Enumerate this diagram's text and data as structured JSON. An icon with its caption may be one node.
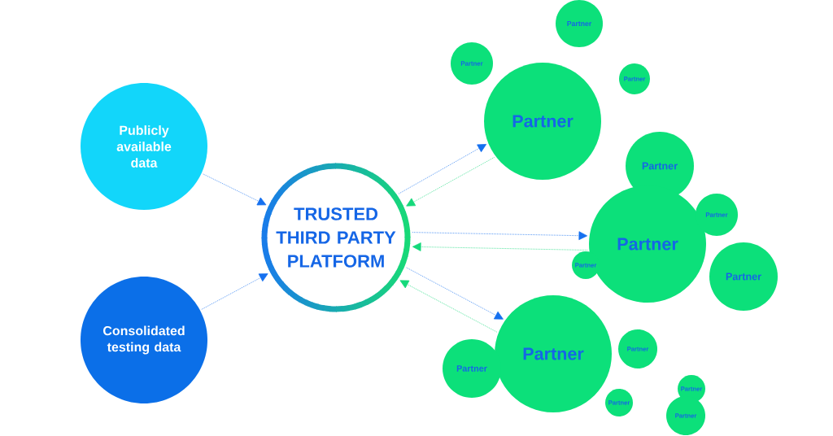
{
  "diagram": {
    "nodes": [
      {
        "text": [
          "Publicly available data"
        ]
      },
      {
        "text": [
          "Consolidated testing data"
        ]
      },
      {
        "text": [
          "TRUSTED THIRD PARTY PLATFORM"
        ]
      },
      {
        "text": [
          "Partner"
        ]
      },
      {
        "text": [
          "Partner"
        ]
      },
      {
        "text": [
          "Partner"
        ]
      },
      {
        "text": [
          "Partner"
        ]
      },
      {
        "text": [
          "Partner"
        ]
      },
      {
        "text": [
          "Partner"
        ]
      },
      {
        "text": [
          "Partner"
        ]
      },
      {
        "text": [
          "Partner"
        ]
      },
      {
        "text": [
          "Partner"
        ]
      },
      {
        "text": [
          "Partner"
        ]
      },
      {
        "text": [
          "Partner"
        ]
      },
      {
        "text": [
          "Partner"
        ]
      },
      {
        "text": [
          "Partner"
        ]
      },
      {
        "text": [
          "Partner"
        ]
      },
      {
        "text": [
          "Partner"
        ]
      }
    ],
    "edges": [
      {
        "from": 0,
        "to": 2,
        "arrow": "to",
        "style": "dashed"
      },
      {
        "from": 1,
        "to": 2,
        "arrow": "to",
        "style": "dashed"
      },
      {
        "from": 2,
        "to": 5,
        "arrow": "to",
        "style": "dashed"
      },
      {
        "from": 5,
        "to": 2,
        "arrow": "to",
        "style": "dashed",
        "color": "#14d97a"
      },
      {
        "from": 2,
        "to": 8,
        "arrow": "to",
        "style": "dashed"
      },
      {
        "from": 8,
        "to": 2,
        "arrow": "to",
        "style": "dashed",
        "color": "#14d97a"
      },
      {
        "from": 2,
        "to": 12,
        "arrow": "to",
        "style": "dashed"
      },
      {
        "from": 12,
        "to": 2,
        "arrow": "to",
        "style": "dashed",
        "color": "#14d97a"
      }
    ]
  }
}
